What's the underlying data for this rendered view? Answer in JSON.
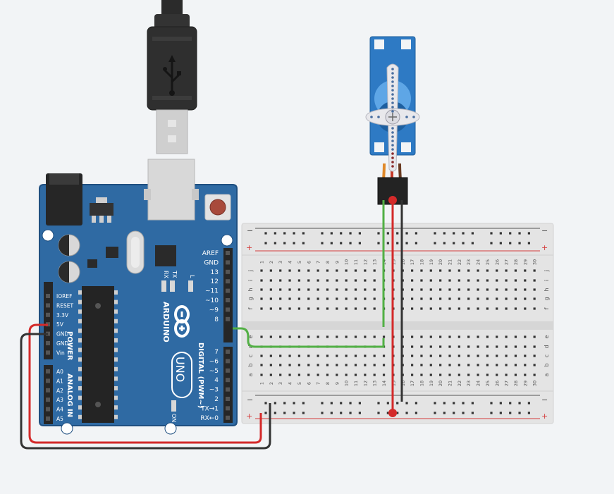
{
  "colors": {
    "background": "#f2f4f6",
    "board": "#2f6aa3",
    "board_edge": "#1f4f80",
    "breadboard": "#e4e4e4",
    "rail_red": "#d53b3b",
    "rail_blue": "#555555",
    "wire_green": "#52b045",
    "wire_red": "#d42a2a",
    "wire_black": "#333333",
    "servo_body": "#2e7ac4",
    "servo_horn": "#e8e8ec",
    "cable_dark": "#2b2b2b"
  },
  "arduino": {
    "brand": "ARDUINO",
    "model": "UNO",
    "power_group": "POWER",
    "analog_group": "ANALOG IN",
    "digital_group": "DIGITAL (PWM~)",
    "on_label": "ON",
    "tx_led": "TX",
    "rx_led": "RX",
    "l_led": "L",
    "power_pins": [
      "IOREF",
      "RESET",
      "3.3V",
      "5V",
      "GND",
      "GND",
      "Vin"
    ],
    "analog_pins": [
      "A0",
      "A1",
      "A2",
      "A3",
      "A4",
      "A5"
    ],
    "digital_pins_upper": [
      "AREF",
      "GND",
      "13",
      "12",
      "~11",
      "~10",
      "~9",
      "8"
    ],
    "digital_pins_lower": [
      "7",
      "~6",
      "~5",
      "4",
      "~3",
      "2",
      "TX→1",
      "RX←0"
    ]
  },
  "breadboard": {
    "rail_minus": "−",
    "rail_plus": "+",
    "columns": [
      "1",
      "2",
      "3",
      "4",
      "5",
      "6",
      "7",
      "8",
      "9",
      "10",
      "11",
      "12",
      "13",
      "14",
      "15",
      "16",
      "17",
      "18",
      "19",
      "20",
      "21",
      "22",
      "23",
      "24",
      "25",
      "26",
      "27",
      "28",
      "29",
      "30"
    ],
    "rows_top": [
      "j",
      "i",
      "h",
      "g",
      "f"
    ],
    "rows_bottom": [
      "e",
      "d",
      "c",
      "b",
      "a"
    ]
  }
}
